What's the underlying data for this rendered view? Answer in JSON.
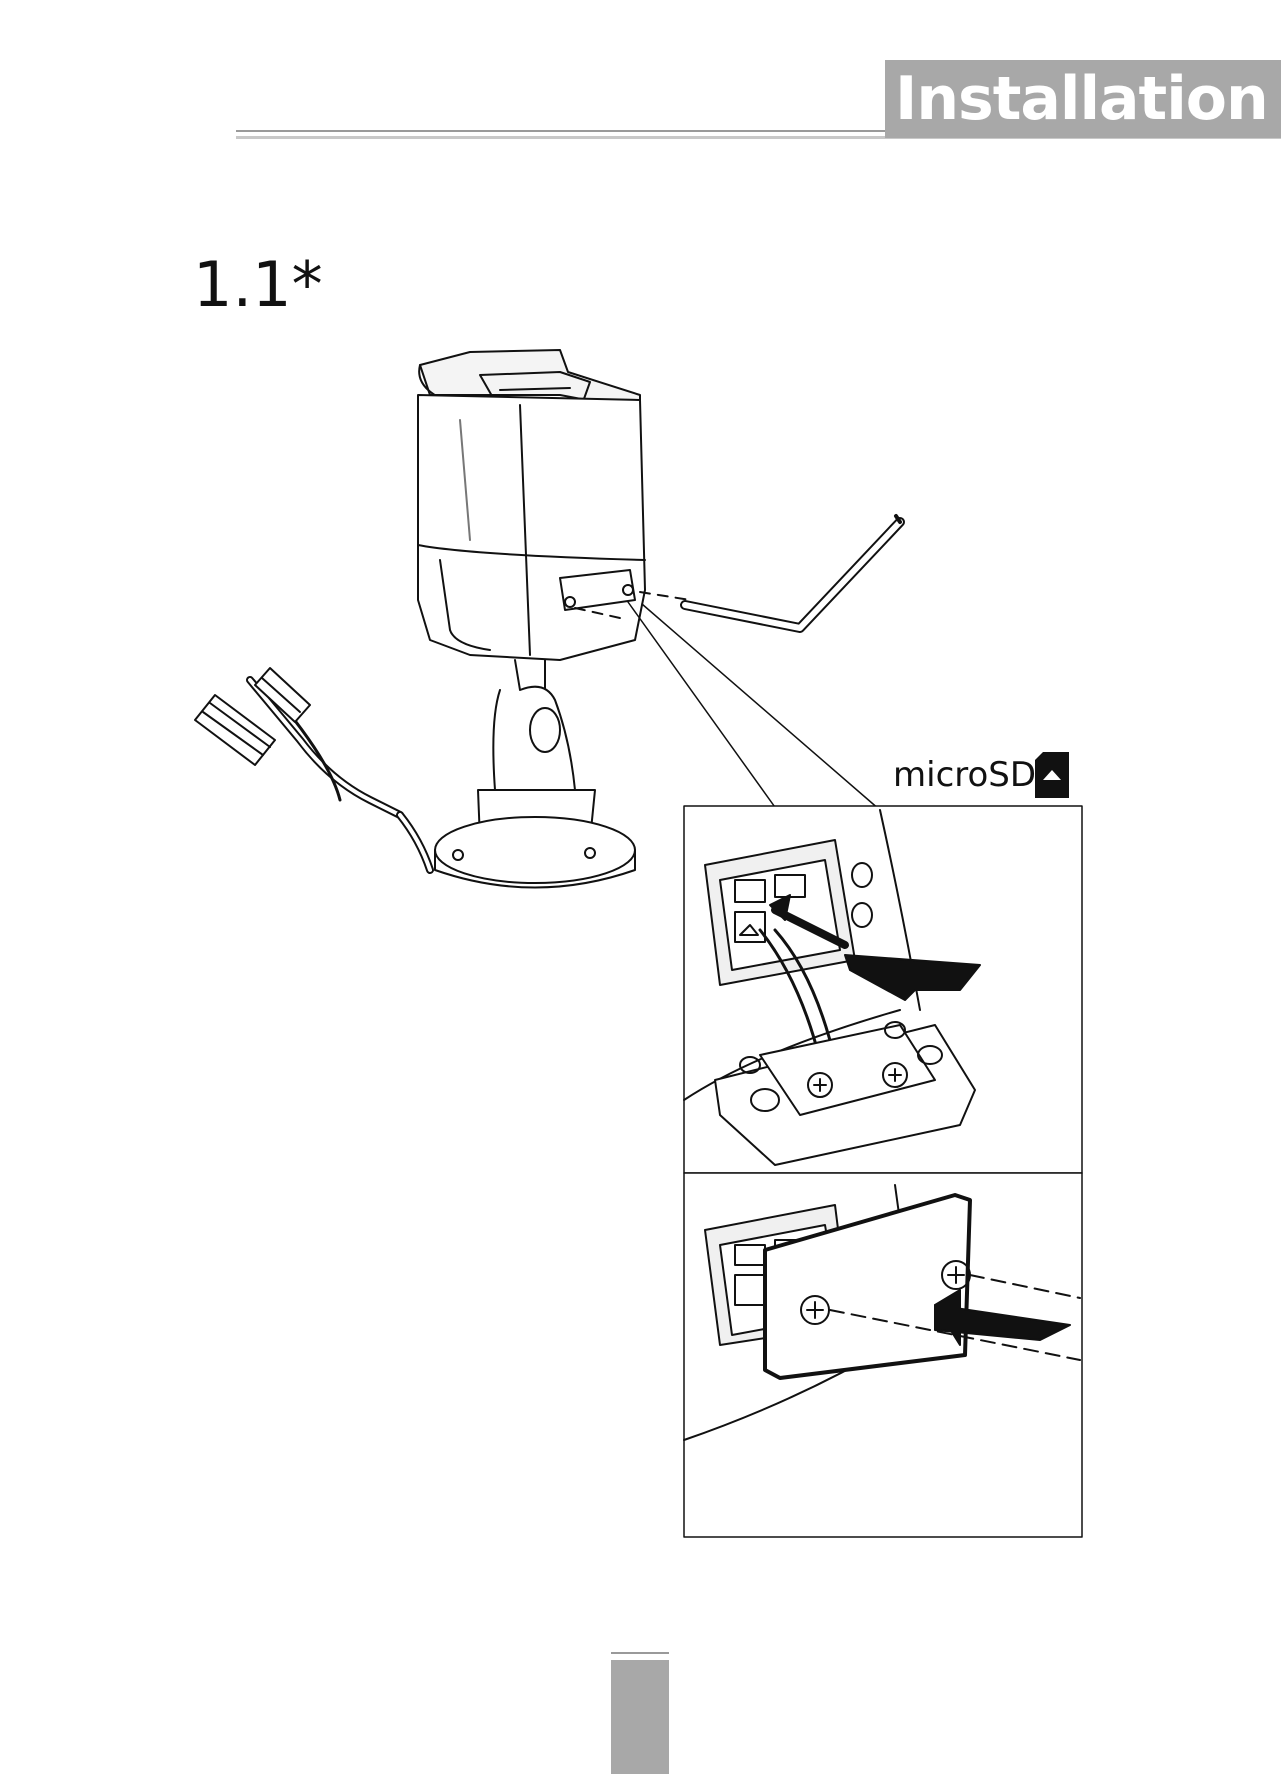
{
  "header": {
    "title": "Installation"
  },
  "section": {
    "number": "1.1*"
  },
  "callout": {
    "label": "microSD"
  }
}
